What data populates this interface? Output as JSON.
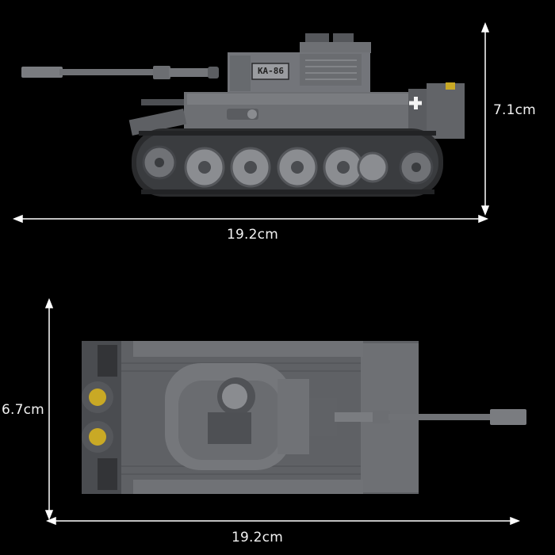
{
  "side_view": {
    "turret_marking": "KA-86",
    "length_label": "19.2cm",
    "height_label": "7.1cm"
  },
  "top_view": {
    "length_label": "19.2cm",
    "width_label": "6.7cm"
  },
  "colors": {
    "background": "#000000",
    "hull_gray": "#6a6c70",
    "dark_gray": "#3f4144",
    "light_gray": "#85878b",
    "yellow_accent": "#c9a925",
    "dimension_line": "#ffffff"
  }
}
